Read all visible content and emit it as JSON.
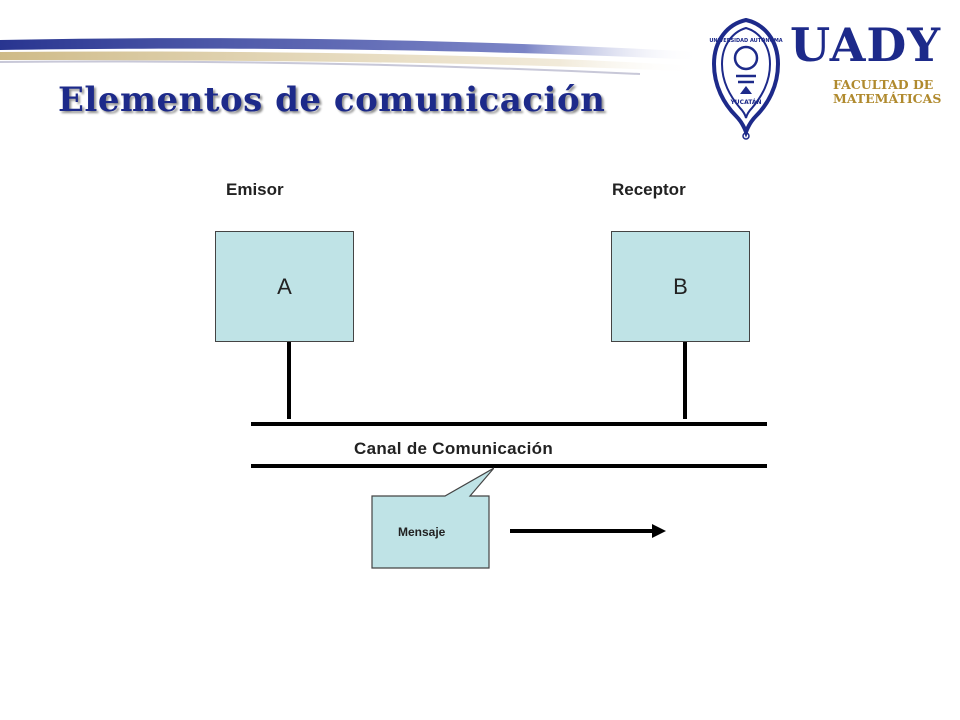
{
  "header": {
    "title": "Elementos de comunicación",
    "logo": {
      "name": "UADY",
      "subtitle_line1": "FACULTAD DE",
      "subtitle_line2": "MATEMÁTICAS",
      "seal_text_top": "UNIVERSIDAD AUTÓNOMA",
      "seal_text_bottom": "YUCATÁN"
    },
    "colors": {
      "title": "#1d2a8a",
      "gold": "#b08a2e",
      "swoosh": "#1d2a8a"
    }
  },
  "diagram": {
    "sender_label": "Emisor",
    "receiver_label": "Receptor",
    "sender_node": "A",
    "receiver_node": "B",
    "channel_label": "Canal de Comunicación",
    "message_label": "Mensaje",
    "colors": {
      "node_fill": "#bfe3e6",
      "line": "#000000"
    }
  }
}
